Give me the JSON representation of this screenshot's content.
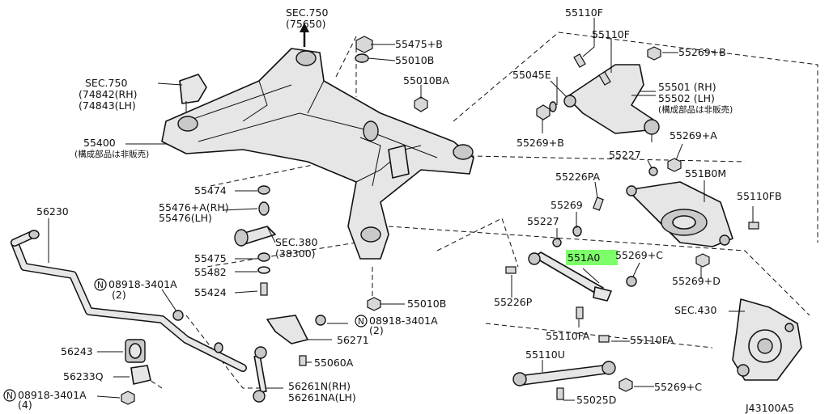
{
  "diagram": {
    "code": "J43100A5",
    "highlight_color": "#7dff6a",
    "labels": {
      "sec750_top": "SEC.750",
      "sec750_top_sub": "(75650)",
      "sec750_left": "SEC.750",
      "sec750_left_rh": "(74842(RH)",
      "sec750_left_lh": "(74843(LH)",
      "p55400": "55400",
      "p55400_note": "(構成部品は非販売)",
      "p55475b": "55475+B",
      "p55010b_top": "55010B",
      "p55010ba": "55010BA",
      "p55110f_top": "55110F",
      "p55110f_2": "55110F",
      "p55269b_top": "55269+B",
      "p55045e": "55045E",
      "p55501": "55501 (RH)",
      "p55502": "55502 (LH)",
      "p55501_note": "(構成部品は非販売)",
      "p55269b_mid": "55269+B",
      "p55269a": "55269+A",
      "p55227_top": "55227",
      "p551b0m": "551B0M",
      "p55226pa": "55226PA",
      "p55110fb": "55110FB",
      "p55269_mid": "55269",
      "p55227_mid": "55227",
      "p551a0": "551A0",
      "p55269c_mid": "55269+C",
      "p55269d": "55269+D",
      "p55226p": "55226P",
      "sec430": "SEC.430",
      "p55110fa_left": "55110FA",
      "p55110fa_right": "55110FA",
      "p55110u": "55110U",
      "p55269c_bot": "55269+C",
      "p55025d": "55025D",
      "p55474": "55474",
      "p55476a": "55476+A(RH)",
      "p55476": "55476(LH)",
      "sec380": "SEC.380",
      "sec380_sub": "(38300)",
      "p55475": "55475",
      "p55482": "55482",
      "p55424": "55424",
      "p55010b_bot": "55010B",
      "p56230": "56230",
      "n08918_left": "08918-3401A",
      "n08918_left_qty": "(2)",
      "n08918_mid": "08918-3401A",
      "n08918_mid_qty": "(2)",
      "p56271": "56271",
      "p55060a": "55060A",
      "p56243": "56243",
      "p56233q": "56233Q",
      "n08918_bot": "08918-3401A",
      "n08918_bot_qty": "(4)",
      "p56261n": "56261N(RH)",
      "p56261na": "56261NA(LH)",
      "n_symbol": "N"
    }
  }
}
